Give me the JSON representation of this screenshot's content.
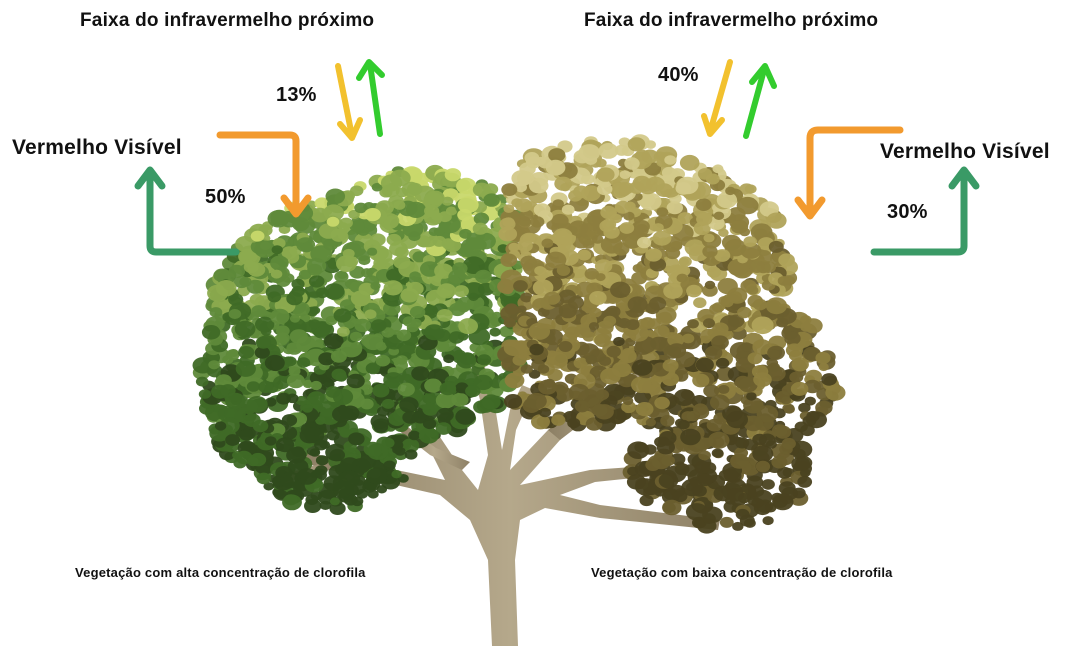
{
  "diagram": {
    "left": {
      "nir_title": "Faixa do infravermelho próximo",
      "nir_percent": "13%",
      "red_title": "Vermelho Visível",
      "red_percent": "50%",
      "caption": "Vegetação com alta concentração de clorofila"
    },
    "right": {
      "nir_title": "Faixa do infravermelho próximo",
      "nir_percent": "40%",
      "red_title": "Vermelho Visível",
      "red_percent": "30%",
      "caption": "Vegetação com baixa concentração de clorofila"
    },
    "colors": {
      "incident_arrow": "#f29a2e",
      "reflected_red_arrow": "#3a9a66",
      "nir_incident_arrow": "#f2c12e",
      "nir_reflected_arrow": "#33cc2e",
      "high_chlorophyll_foliage": [
        "#2f4a1c",
        "#3f6a26",
        "#5f8a3a",
        "#8cab4e",
        "#c8d86a"
      ],
      "low_chlorophyll_foliage": [
        "#4a4220",
        "#6b5f2e",
        "#8d7e3e",
        "#b0a35a",
        "#d3c98a"
      ],
      "trunk": "#a89a7e"
    }
  }
}
